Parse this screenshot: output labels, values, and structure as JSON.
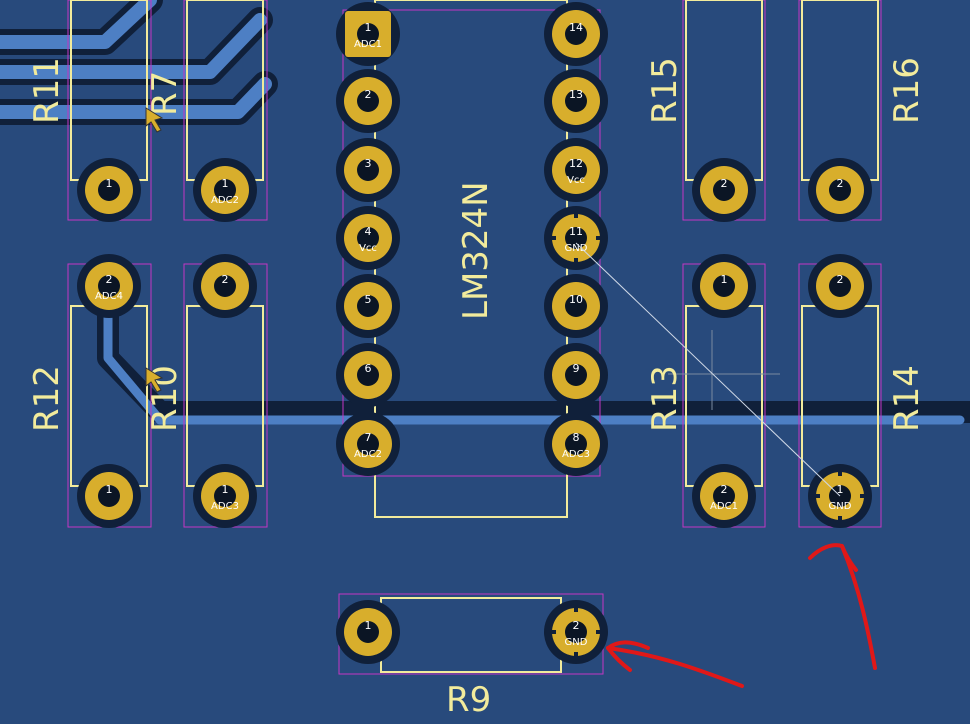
{
  "canvas": {
    "background": "#284a7c"
  },
  "colors": {
    "board": "#284a7c",
    "trace": "#4d7fc4",
    "clearance": "#10203a",
    "pad": "#d8ae2c",
    "drill": "#0b1524",
    "silkscreen": "#f2eb9c",
    "courtyard": "#c436c4",
    "ratsnest": "#cfd8e6",
    "annotation": "#e01818",
    "pad_text": "#ffffff"
  },
  "components": {
    "R7": {
      "ref": "R7",
      "pads": [
        {
          "num": "1",
          "net": "ADC2"
        }
      ]
    },
    "R9": {
      "ref": "R9",
      "pads": [
        {
          "num": "1",
          "net": ""
        },
        {
          "num": "2",
          "net": "GND"
        }
      ]
    },
    "R10": {
      "ref": "R10",
      "pads": [
        {
          "num": "2",
          "net": ""
        },
        {
          "num": "1",
          "net": "ADC3"
        }
      ]
    },
    "R11": {
      "ref": "R11",
      "pads": [
        {
          "num": "1",
          "net": ""
        }
      ]
    },
    "R12": {
      "ref": "R12",
      "pads": [
        {
          "num": "2",
          "net": "ADC4"
        },
        {
          "num": "1",
          "net": ""
        }
      ]
    },
    "R13": {
      "ref": "R13",
      "pads": [
        {
          "num": "1",
          "net": ""
        },
        {
          "num": "2",
          "net": "ADC1"
        }
      ]
    },
    "R14": {
      "ref": "R14",
      "pads": [
        {
          "num": "2",
          "net": ""
        },
        {
          "num": "1",
          "net": "GND"
        }
      ]
    },
    "R15": {
      "ref": "R15",
      "pads": [
        {
          "num": "2",
          "net": ""
        }
      ]
    },
    "R16": {
      "ref": "R16",
      "pads": [
        {
          "num": "2",
          "net": ""
        }
      ]
    },
    "U1": {
      "ref": "LM324N",
      "pads": [
        {
          "num": "1",
          "net": "ADC1"
        },
        {
          "num": "2",
          "net": ""
        },
        {
          "num": "3",
          "net": ""
        },
        {
          "num": "4",
          "net": "Vcc"
        },
        {
          "num": "5",
          "net": ""
        },
        {
          "num": "6",
          "net": ""
        },
        {
          "num": "7",
          "net": "ADC2"
        },
        {
          "num": "8",
          "net": "ADC3"
        },
        {
          "num": "9",
          "net": ""
        },
        {
          "num": "10",
          "net": ""
        },
        {
          "num": "11",
          "net": "GND"
        },
        {
          "num": "12",
          "net": "Vcc"
        },
        {
          "num": "13",
          "net": ""
        },
        {
          "num": "14",
          "net": ""
        }
      ]
    }
  }
}
